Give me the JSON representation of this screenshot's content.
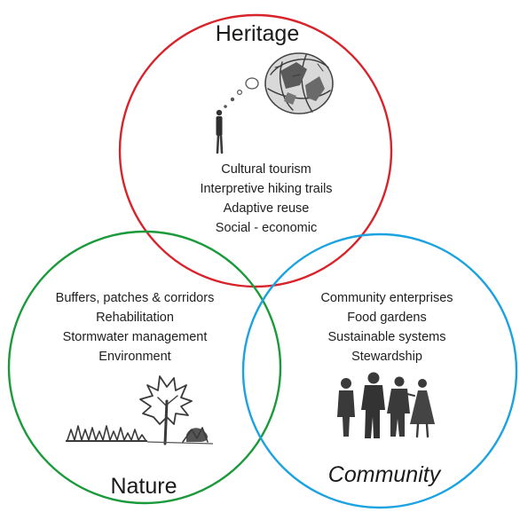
{
  "diagram": {
    "sets": [
      {
        "id": "heritage",
        "title": "Heritage",
        "color": "#d8232a",
        "title_style": "normal",
        "items": [
          "Cultural tourism",
          "Interpretive hiking trails",
          "Adaptive reuse",
          "Social - economic"
        ],
        "illustration": "thinking-figure-with-globe-bubble"
      },
      {
        "id": "nature",
        "title": "Nature",
        "color": "#1a9a3a",
        "title_style": "normal",
        "items": [
          "Buffers, patches & corridors",
          "Rehabilitation",
          "Stormwater management",
          "Environment"
        ],
        "illustration": "tree-and-grass-sketch"
      },
      {
        "id": "community",
        "title": "Community",
        "color": "#1aa3e0",
        "title_style": "italic",
        "items": [
          "Community enterprises",
          "Food gardens",
          "Sustainable systems",
          "Stewardship"
        ],
        "illustration": "group-of-people-sketch"
      }
    ]
  }
}
